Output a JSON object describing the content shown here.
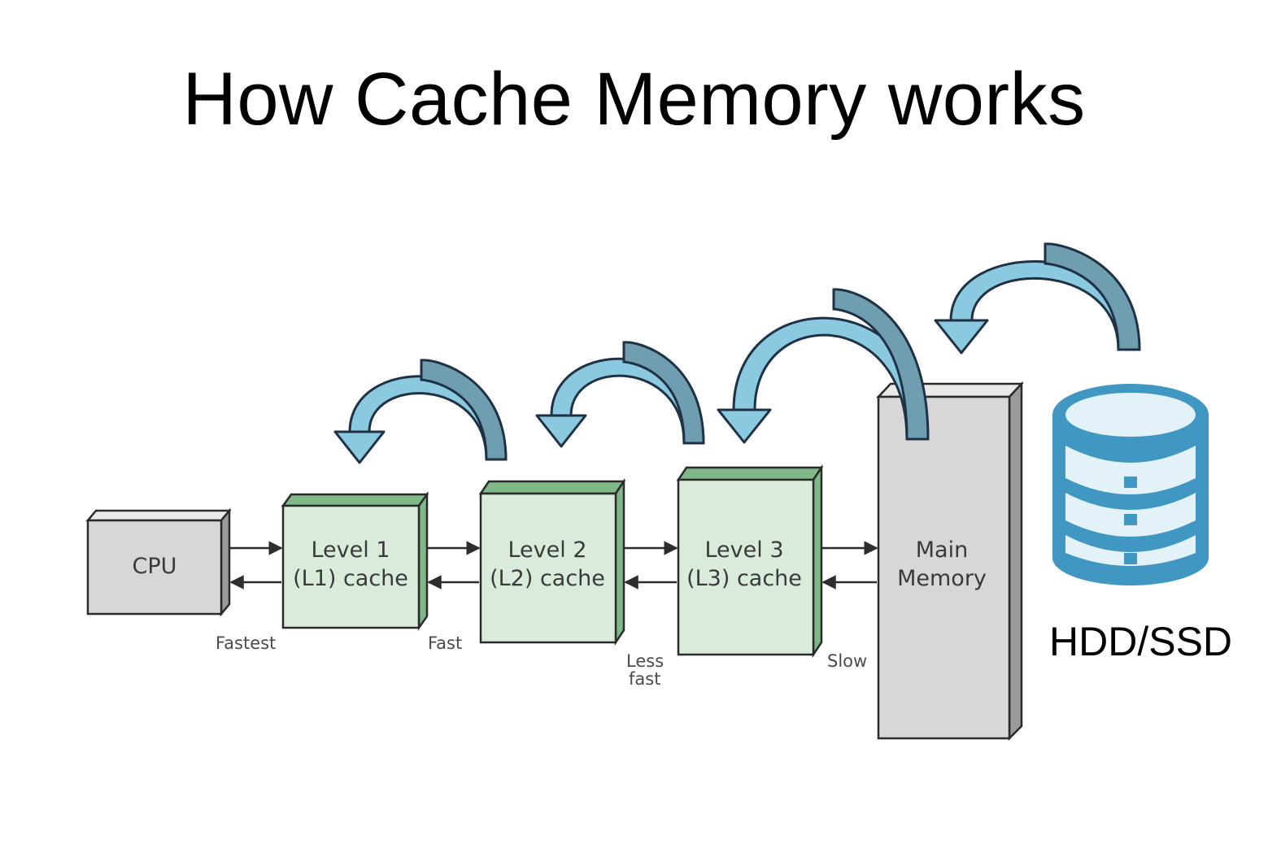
{
  "title": "How Cache Memory works",
  "boxes": {
    "cpu": {
      "lines": [
        "CPU"
      ]
    },
    "l1": {
      "lines": [
        "Level 1",
        "(L1) cache"
      ]
    },
    "l2": {
      "lines": [
        "Level 2",
        "(L2) cache"
      ]
    },
    "l3": {
      "lines": [
        "Level 3",
        "(L3) cache"
      ]
    },
    "main": {
      "lines": [
        "Main",
        "Memory"
      ]
    }
  },
  "speeds": {
    "fastest": "Fastest",
    "fast": "Fast",
    "less_fast": [
      "Less",
      "fast"
    ],
    "slow": "Slow"
  },
  "storage": {
    "label": "HDD/SSD"
  },
  "colors": {
    "cache_fill": "#d9ecdc",
    "cache_side": "#7fb889",
    "grey_fill": "#d7d7d9",
    "curve_light": "#8ac9df",
    "curve_dark": "#6f9eb0",
    "curve_outline": "#1f3144",
    "db_blue": "#3f97c2",
    "db_light": "#e3f1f8"
  }
}
